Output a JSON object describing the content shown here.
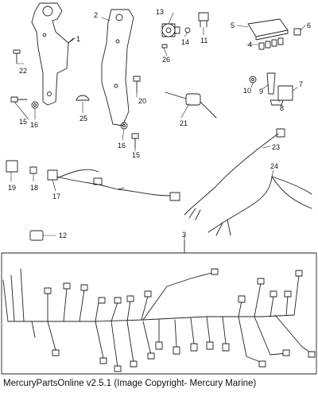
{
  "callouts": [
    "1",
    "2",
    "3",
    "4",
    "5",
    "6",
    "7",
    "8",
    "9",
    "10",
    "11",
    "12",
    "13",
    "14",
    "15",
    "15",
    "16",
    "16",
    "17",
    "18",
    "19",
    "20",
    "21",
    "22",
    "23",
    "24",
    "25",
    "26"
  ],
  "footer": "MercuryPartsOnline v2.5.1 (Image Copyright- Mercury Marine)"
}
